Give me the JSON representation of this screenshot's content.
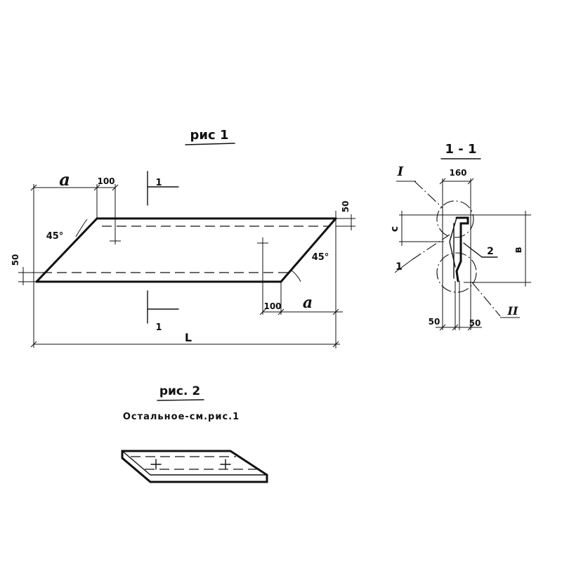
{
  "fig1": {
    "title": "рис 1",
    "dim_a_left": "a",
    "dim_100_top": "100",
    "dim_50_right": "50",
    "angle_left": "45°",
    "angle_right": "45°",
    "dim_50_left": "50",
    "dim_100_bottom": "100",
    "dim_a_right": "a",
    "dim_L": "L",
    "section_mark_top": "1",
    "section_mark_bottom": "1"
  },
  "section": {
    "title": "1 - 1",
    "dim_160": "160",
    "label_I": "I",
    "label_II": "II",
    "label_c": "c",
    "label_b": "в",
    "label_1": "1",
    "label_2": "2",
    "dim_50_left": "50",
    "dim_50_right": "50"
  },
  "fig2": {
    "title": "рис. 2",
    "note": "Остальное-см.рис.1"
  }
}
